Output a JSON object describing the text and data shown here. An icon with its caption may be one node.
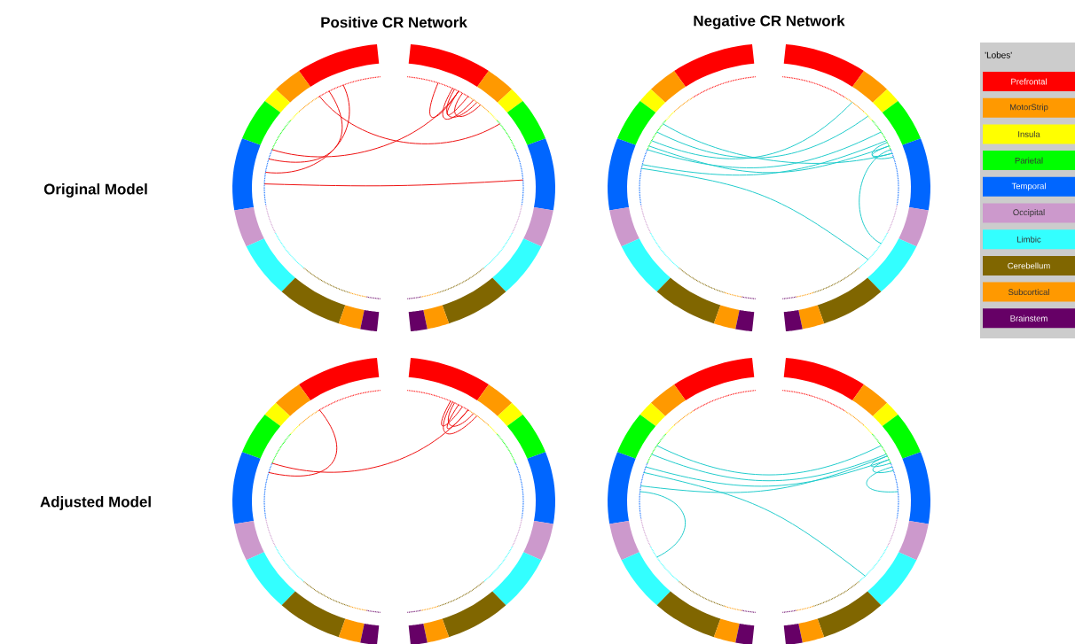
{
  "diagram": {
    "labels": [
      "Positive CR Network",
      "Negative CR Network",
      "'Lobes'",
      "Original Model",
      "Adjusted Model"
    ],
    "legend": [
      {
        "text": "Prefrontal",
        "color": "#ff0000"
      },
      {
        "text": "MotorStrip",
        "color": "#ff9900"
      },
      {
        "text": "Insula",
        "color": "#ffff00"
      },
      {
        "text": "Parietal",
        "color": "#00ff00"
      },
      {
        "text": "Temporal",
        "color": "#0066ff"
      },
      {
        "text": "Occipital",
        "color": "#cc99cc"
      },
      {
        "text": "Limbic",
        "color": "#33ffff"
      },
      {
        "text": "Cerebellum",
        "color": "#806600"
      },
      {
        "text": "Subcortical",
        "color": "#ff9900"
      },
      {
        "text": "Brainstem",
        "color": "#660066"
      }
    ]
  }
}
